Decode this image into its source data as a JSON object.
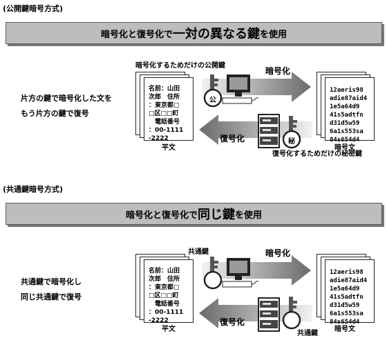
{
  "public": {
    "title": "(公開鍵暗号方式)",
    "banner_pre": "暗号化と復号化で",
    "banner_big1": "一対の異なる鍵",
    "banner_post": "を使用",
    "desc_line1": "片方の鍵で暗号化した文を",
    "desc_line2": "もう片方の鍵で復号",
    "enc_key_label": "暗号化するためだけの公開鍵",
    "dec_key_label": "復号化するためだけの秘密鍵",
    "enc_key_char": "公",
    "dec_key_char": "秘"
  },
  "common": {
    "title": "(共通鍵暗号方式)",
    "banner_pre": "暗号化と復号化で",
    "banner_big1": "同じ鍵",
    "banner_post": "を使用",
    "desc_line1": "共通鍵で暗号化し",
    "desc_line2": "同じ共通鍵で復号",
    "enc_key_label": "共通鍵",
    "dec_key_label": "共通鍵"
  },
  "labels": {
    "encrypt": "暗号化",
    "decrypt": "復号化",
    "plaintext": "平文",
    "ciphertext": "暗号文"
  },
  "plaintext_lines": [
    "名前：山田",
    "次郎　住所",
    "：東京都□",
    "□区□□町",
    "　電話番号",
    "：00-1111",
    "-2222"
  ],
  "cipher_lines": [
    "12aeris98",
    "adie87aid4",
    "1e5a64d9",
    "41s5adtfn",
    "d31d5w59",
    "6a1s553sa",
    "84s654d4"
  ],
  "colors": {
    "banner_bg": "#bdbdbd",
    "arrow_light": "#f2f2f2",
    "arrow_dark": "#6a6a6a"
  }
}
